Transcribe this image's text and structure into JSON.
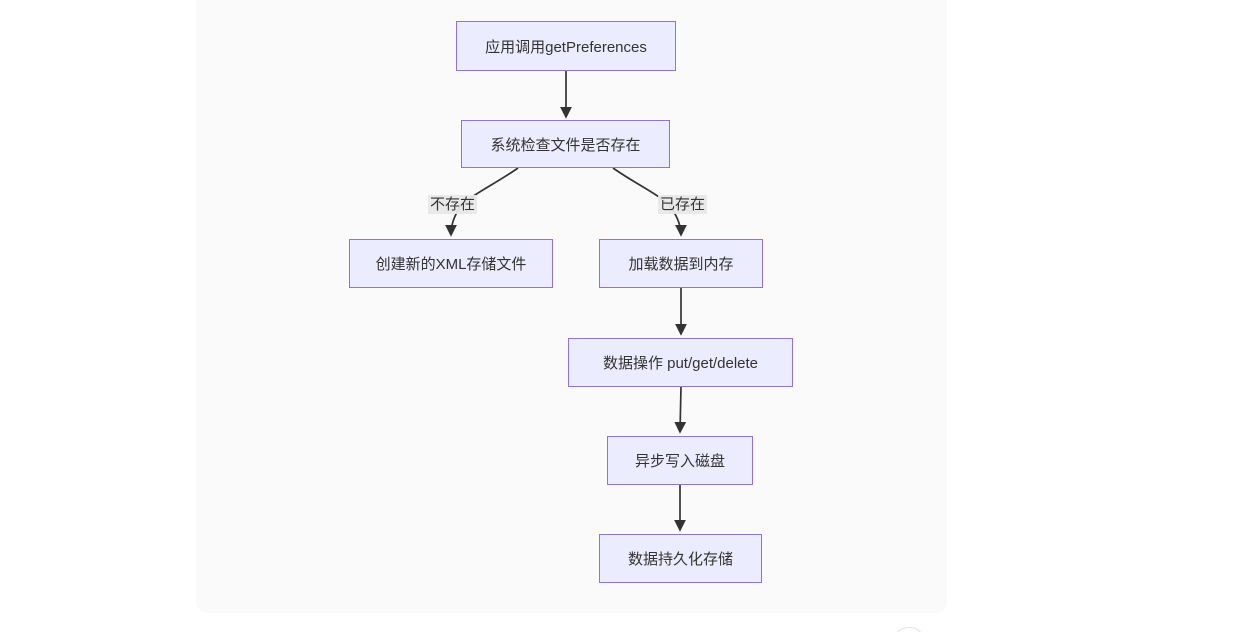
{
  "canvas": {
    "page_bg": "#ffffff",
    "card_bg": "#fafafa"
  },
  "diagram": {
    "type": "flowchart",
    "direction": "top-down",
    "style": {
      "node_fill": "#ECECFF",
      "node_border": "#9370DB",
      "node_text_color": "#333333",
      "edge_color": "#333333",
      "edge_label_bg": "#e8e8e8"
    },
    "nodes": [
      {
        "id": "A",
        "label": "应用调用getPreferences"
      },
      {
        "id": "B",
        "label": "系统检查文件是否存在"
      },
      {
        "id": "C",
        "label": "创建新的XML存储文件"
      },
      {
        "id": "D",
        "label": "加载数据到内存"
      },
      {
        "id": "E",
        "label": "数据操作 put/get/delete"
      },
      {
        "id": "F",
        "label": "异步写入磁盘"
      },
      {
        "id": "G",
        "label": "数据持久化存储"
      }
    ],
    "edges": [
      {
        "from": "A",
        "to": "B",
        "label": ""
      },
      {
        "from": "B",
        "to": "C",
        "label": "不存在"
      },
      {
        "from": "B",
        "to": "D",
        "label": "已存在"
      },
      {
        "from": "D",
        "to": "E",
        "label": ""
      },
      {
        "from": "E",
        "to": "F",
        "label": ""
      },
      {
        "from": "F",
        "to": "G",
        "label": ""
      }
    ]
  }
}
